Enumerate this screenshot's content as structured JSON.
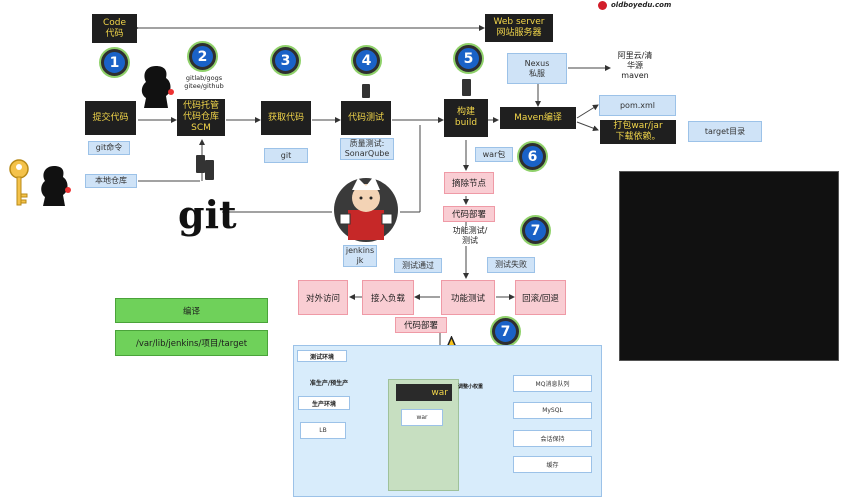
{
  "header": {
    "logo_text": "oldboyedu.com"
  },
  "nodes": {
    "code": "Code\n代码",
    "webserver": "Web server\n网站服务器",
    "commit": "提交代码",
    "scm": "代码托管\n代码仓库\nSCM",
    "fetch": "获取代码",
    "test": "代码测试",
    "build": "构建\nbuild",
    "maven": "Maven编译",
    "nexus": "Nexus\n私服",
    "mirror": "阿里云/清\n华源\nmaven",
    "pomxml": "pom.xml",
    "package": "打包war/jar\n下载依赖。",
    "target": "target目录"
  },
  "labels": {
    "gitlab": "gitlab/gogs\ngitee/github",
    "gitcmd": "git命令",
    "localrepo": "本地仓库",
    "git_small": "git",
    "quality": "质量测试:\nSonarQube",
    "warbag": "war包",
    "jenkins": "jenkins\njk",
    "git_logo": "git"
  },
  "badges": [
    "1",
    "2",
    "3",
    "4",
    "5",
    "6",
    "7",
    "7"
  ],
  "flow": {
    "remove_node": "摘除节点",
    "deploy_code": "代码部署",
    "func_test_label": "功能测试/\n测试",
    "test_pass": "测试通过",
    "test_fail": "测试失败",
    "external_access": "对外访问",
    "attach_lb": "接入负载",
    "func_test": "功能测试",
    "rollback": "回滚/回退",
    "deploy_code_2": "代码部署"
  },
  "legend": {
    "compile": "编译",
    "path": "/var/lib/jenkins/项目/target"
  },
  "env": {
    "title": "测试环境",
    "preprod": "准生产/预生产",
    "prod": "生产环境",
    "lb": "LB",
    "war_dark": "war",
    "war_inner": "war",
    "minor_perm": "调整小权重",
    "mq": "MQ消息队列",
    "mysql": "MySQL",
    "session": "会话保持",
    "cache": "缓存"
  },
  "colors": {
    "dark_box": "#1f1f1f",
    "dark_text": "#f2d64a",
    "light_blue": "#cfe3f7",
    "pink": "#f9cdd3",
    "green": "#6fd15a",
    "badge": "#1a62c7",
    "panel": "#d8ecfb",
    "black_panel": "#111111"
  }
}
